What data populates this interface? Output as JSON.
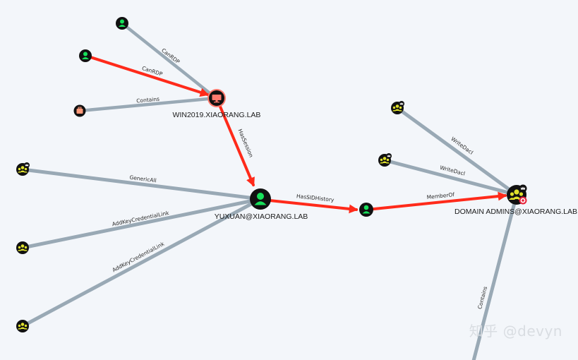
{
  "nodes": {
    "user_top": {
      "type": "user"
    },
    "user_rdp": {
      "type": "user"
    },
    "ou_left": {
      "type": "ou"
    },
    "computer": {
      "type": "computer",
      "label": "WIN2019.XIAORANG.LAB"
    },
    "yuxuan": {
      "type": "user",
      "label": "YUXUAN@XIAORANG.LAB"
    },
    "user_mid": {
      "type": "user"
    },
    "domain_admins": {
      "type": "group-target",
      "label": "DOMAIN ADMINS@XIAORANG.LAB"
    },
    "grp_left1": {
      "type": "group"
    },
    "grp_left2": {
      "type": "group"
    },
    "grp_left3": {
      "type": "group"
    },
    "grp_right1": {
      "type": "group"
    },
    "grp_right2": {
      "type": "group"
    }
  },
  "edges": {
    "e1": {
      "label": "CanRDP",
      "path": false
    },
    "e2": {
      "label": "CanRDP",
      "path": true
    },
    "e3": {
      "label": "Contains",
      "path": false
    },
    "e4": {
      "label": "HasSession",
      "path": true
    },
    "e5": {
      "label": "GenericAll",
      "path": false
    },
    "e6": {
      "label": "AddKeyCredentialLink",
      "path": false
    },
    "e7": {
      "label": "AddKeyCredentialLink",
      "path": false
    },
    "e8": {
      "label": "HasSIDHistory",
      "path": true
    },
    "e9": {
      "label": "MemberOf",
      "path": true
    },
    "e10": {
      "label": "WriteDacl",
      "path": false
    },
    "e11": {
      "label": "WriteDacl",
      "path": false
    },
    "e12": {
      "label": "Contains",
      "path": false
    }
  },
  "colors": {
    "path_edge": "#ff2a1a",
    "normal_edge": "#7f93a4",
    "user_fill": "#17e05a",
    "group_fill": "#e0e22c",
    "computer_fill": "#ff7a6e",
    "node_ring": "#111111"
  },
  "watermark": "知乎 @devyn"
}
